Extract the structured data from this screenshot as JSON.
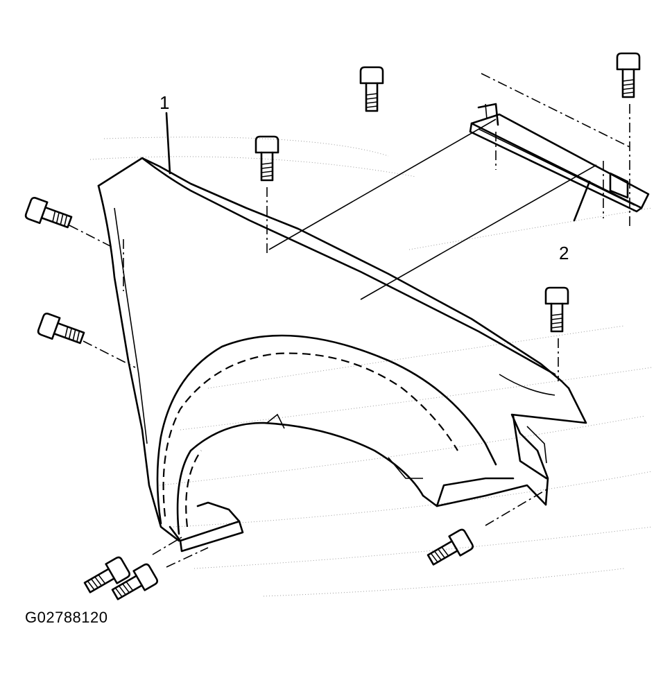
{
  "callouts": {
    "c1": "1",
    "c2": "2"
  },
  "figure_id": "G02788120",
  "icons": [
    "fender-panel",
    "fender-bracket",
    "bolt-icon"
  ]
}
